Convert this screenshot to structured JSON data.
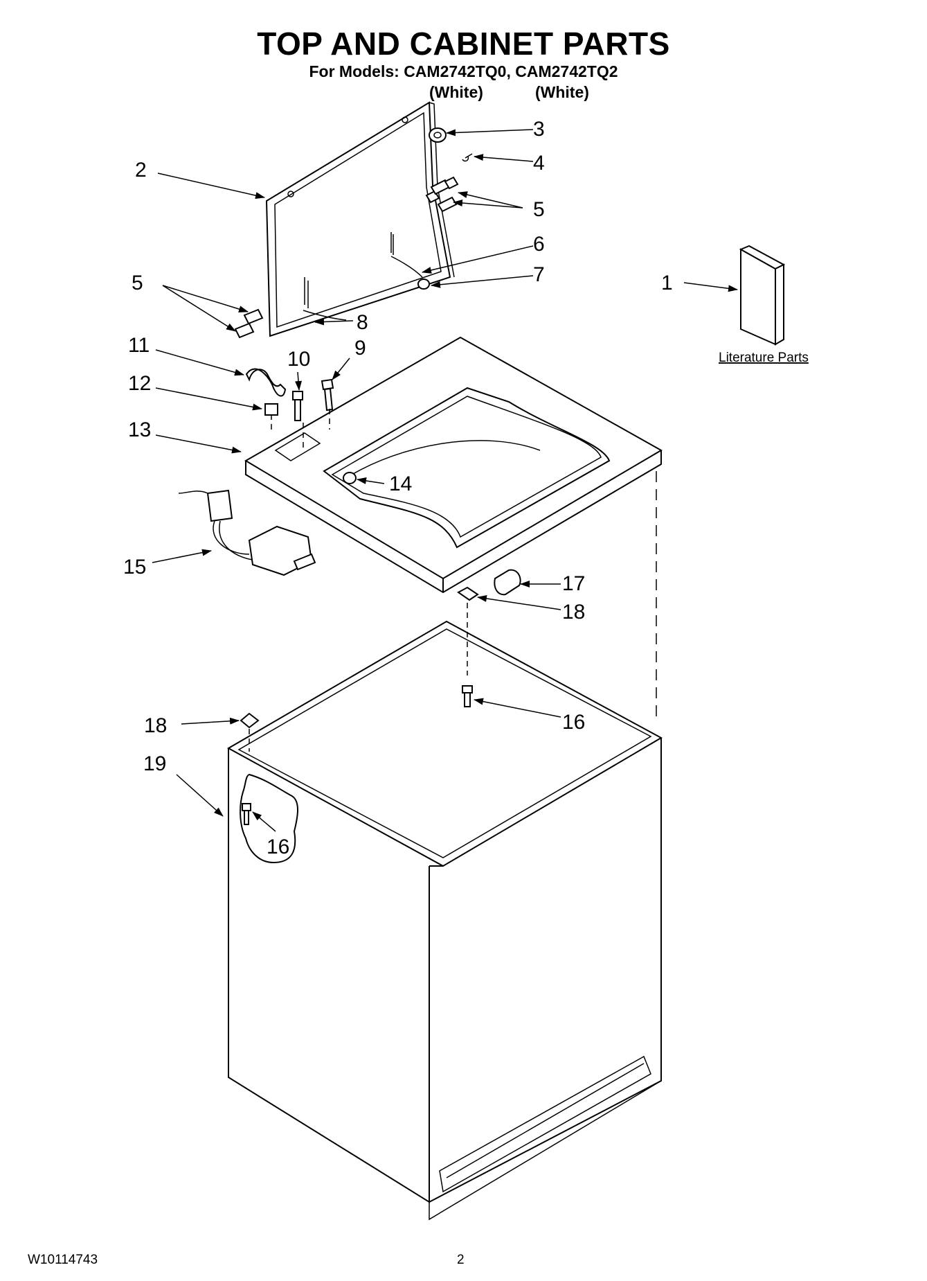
{
  "header": {
    "title": "TOP AND CABINET PARTS",
    "subtitle": "For Models: CAM2742TQ0, CAM2742TQ2",
    "model_colors": [
      "(White)",
      "(White)"
    ]
  },
  "callouts": [
    "1",
    "2",
    "3",
    "4",
    "5",
    "5",
    "6",
    "7",
    "8",
    "9",
    "10",
    "11",
    "12",
    "13",
    "14",
    "15",
    "16",
    "16",
    "17",
    "18",
    "18",
    "19"
  ],
  "literature_label": "Literature Parts",
  "footer": {
    "doc_id": "W10114743",
    "page": "2"
  }
}
